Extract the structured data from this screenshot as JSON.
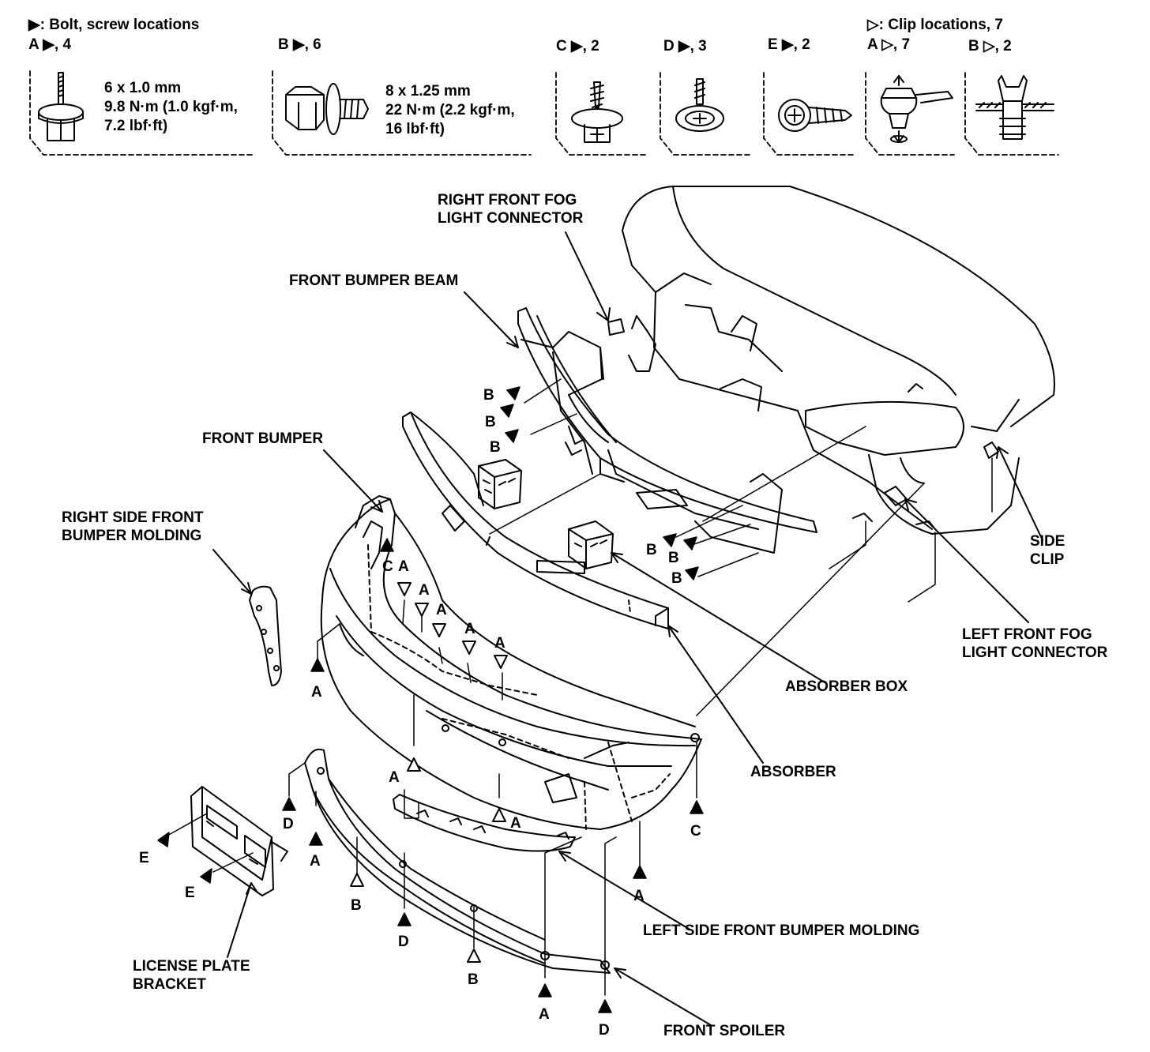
{
  "legend": {
    "bolt_title": "▶: Bolt, screw locations",
    "clip_title": "▷: Clip locations, 7",
    "items": [
      {
        "label": "A ▶, 4",
        "spec": [
          "6 x 1.0 mm",
          "9.8 N·m (1.0 kgf·m,",
          "7.2 lbf·ft)"
        ]
      },
      {
        "label": "B ▶, 6",
        "spec": [
          "8 x 1.25 mm",
          "22 N·m (2.2 kgf·m,",
          "16 lbf·ft)"
        ]
      },
      {
        "label": "C ▶, 2"
      },
      {
        "label": "D ▶, 3"
      },
      {
        "label": "E ▶, 2"
      },
      {
        "label": "A ▷, 7"
      },
      {
        "label": "B ▷, 2"
      }
    ]
  },
  "callouts": {
    "fog_right": "RIGHT FRONT FOG\nLIGHT CONNECTOR",
    "beam": "FRONT BUMPER BEAM",
    "bumper": "FRONT BUMPER",
    "molding_right": "RIGHT SIDE FRONT\nBUMPER MOLDING",
    "side_clip": "SIDE\nCLIP",
    "fog_left": "LEFT FRONT FOG\nLIGHT CONNECTOR",
    "absorber_box": "ABSORBER BOX",
    "absorber": "ABSORBER",
    "molding_left": "LEFT SIDE FRONT BUMPER MOLDING",
    "license": "LICENSE PLATE\nBRACKET",
    "spoiler": "FRONT SPOILER"
  },
  "markers": [
    "A",
    "B",
    "C",
    "D",
    "E"
  ]
}
